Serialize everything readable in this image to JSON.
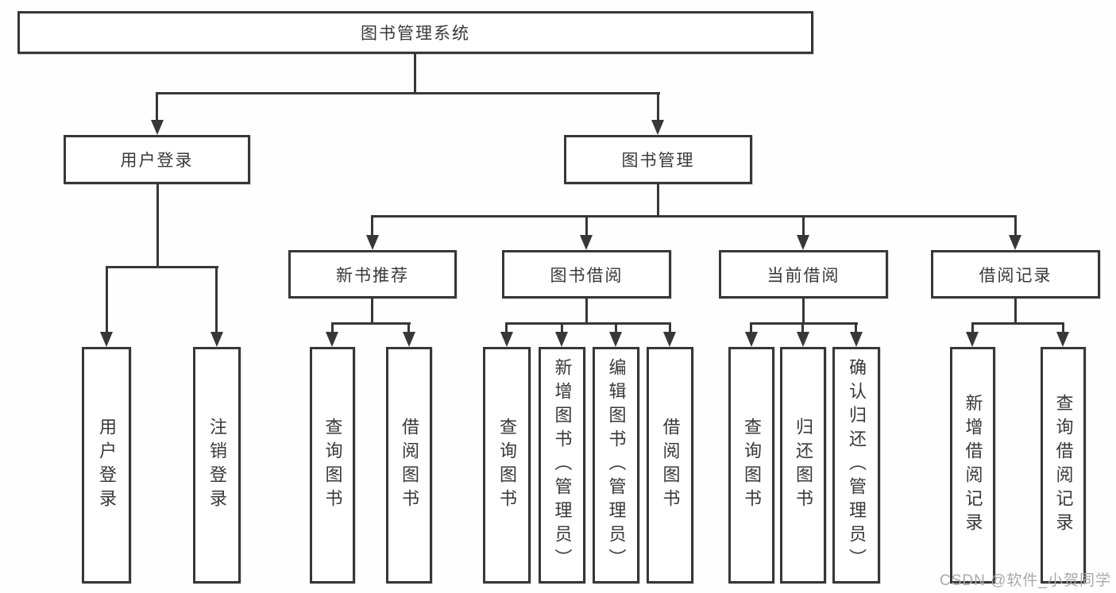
{
  "diagram": {
    "root": {
      "label": "图书管理系统"
    },
    "branches": [
      {
        "label": "用户登录",
        "children": [
          {
            "label": "用户登录"
          },
          {
            "label": "注销登录"
          }
        ]
      },
      {
        "label": "图书管理",
        "children": [
          {
            "label": "新书推荐",
            "children": [
              {
                "label": "查询图书"
              },
              {
                "label": "借阅图书"
              }
            ]
          },
          {
            "label": "图书借阅",
            "children": [
              {
                "label": "查询图书"
              },
              {
                "label": "新增图书（管理员）"
              },
              {
                "label": "编辑图书（管理员）"
              },
              {
                "label": "借阅图书"
              }
            ]
          },
          {
            "label": "当前借阅",
            "children": [
              {
                "label": "查询图书"
              },
              {
                "label": "归还图书"
              },
              {
                "label": "确认归还（管理员）"
              }
            ]
          },
          {
            "label": "借阅记录",
            "children": [
              {
                "label": "新增借阅记录"
              },
              {
                "label": "查询借阅记录"
              }
            ]
          }
        ]
      }
    ]
  },
  "colors": {
    "line": "#373737",
    "text": "#383838",
    "box_background": "#ffffff",
    "watermark": "#a9a9a9"
  },
  "watermark": {
    "text": "CSDN @软件_小贺同学"
  }
}
